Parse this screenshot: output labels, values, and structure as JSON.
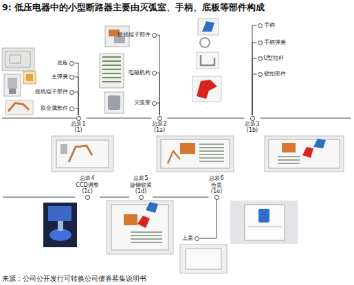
{
  "diagram": {
    "title": "9: 低压电器中的小型断路器主要由灭弧室、手柄、底板等部件构成",
    "caption": "来源：公司公开发行可转换公司债券募集说明书",
    "nodes": [
      {
        "text": [
          "底板"
        ]
      },
      {
        "text": [
          "主弹簧"
        ]
      },
      {
        "text": [
          "接线端子部件"
        ]
      },
      {
        "text": [
          "双金属部件"
        ]
      },
      {
        "text": [
          "总装1",
          "(1)"
        ]
      },
      {
        "text": [
          "接线端子部件"
        ]
      },
      {
        "text": [
          "电磁机构"
        ]
      },
      {
        "text": [
          "灭弧室"
        ]
      },
      {
        "text": [
          "总装2",
          "(1a)"
        ]
      },
      {
        "text": [
          "手柄"
        ]
      },
      {
        "text": [
          "手柄弹簧"
        ]
      },
      {
        "text": [
          "U型拉杆"
        ]
      },
      {
        "text": [
          "锁扣部件"
        ]
      },
      {
        "text": [
          "总装3",
          "(1b)"
        ]
      },
      {
        "text": [
          "总装4",
          "CCD调整",
          "(1c)"
        ]
      },
      {
        "text": [
          "总装5",
          "旋铆锁紧",
          "(1d)"
        ]
      },
      {
        "text": [
          "总装6",
          "合盖",
          "(1e)"
        ]
      },
      {
        "text": [
          "上盖"
        ]
      }
    ],
    "edges": [
      {
        "from": 0,
        "to": 4,
        "arrow": "none"
      },
      {
        "from": 1,
        "to": 4,
        "arrow": "none"
      },
      {
        "from": 2,
        "to": 4,
        "arrow": "none"
      },
      {
        "from": 3,
        "to": 4,
        "arrow": "none"
      },
      {
        "from": 5,
        "to": 8,
        "arrow": "none"
      },
      {
        "from": 6,
        "to": 8,
        "arrow": "none"
      },
      {
        "from": 7,
        "to": 8,
        "arrow": "none"
      },
      {
        "from": 9,
        "to": 13,
        "arrow": "none"
      },
      {
        "from": 10,
        "to": 13,
        "arrow": "none"
      },
      {
        "from": 11,
        "to": 13,
        "arrow": "none"
      },
      {
        "from": 12,
        "to": 13,
        "arrow": "none"
      },
      {
        "from": 4,
        "to": 8,
        "arrow": "none"
      },
      {
        "from": 8,
        "to": 13,
        "arrow": "none"
      },
      {
        "from": 13,
        "to": 14,
        "arrow": "none"
      },
      {
        "from": 14,
        "to": 15,
        "arrow": "none"
      },
      {
        "from": 15,
        "to": 16,
        "arrow": "none"
      },
      {
        "from": 17,
        "to": 16,
        "arrow": "none"
      }
    ]
  }
}
